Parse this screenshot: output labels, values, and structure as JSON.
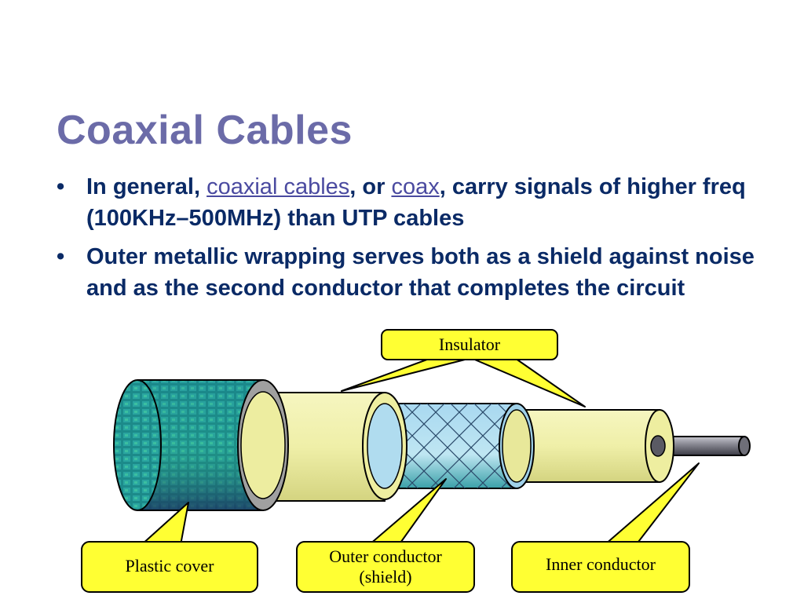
{
  "slide": {
    "title": "Coaxial Cables",
    "bullets": [
      {
        "bullet_char": "•",
        "parts": {
          "t1": "In general, ",
          "link1": "coaxial cables",
          "t2": ", or ",
          "link2": "coax",
          "t3": ", carry signals of higher freq (100KHz–500MHz) than UTP cables"
        }
      },
      {
        "bullet_char": "•",
        "text": "Outer metallic wrapping serves both as a shield against noise and as the second conductor that completes the circuit"
      }
    ]
  },
  "diagram": {
    "labels": {
      "insulator": "Insulator",
      "plastic_cover": "Plastic cover",
      "outer_conductor_line1": "Outer conductor",
      "outer_conductor_line2": "(shield)",
      "inner_conductor": "Inner conductor"
    },
    "colors": {
      "title": "#6b6ba8",
      "body_text": "#0a2a66",
      "callout_fill": "#ffff33",
      "plastic_cover": "#1c8a8a",
      "insulator": "#eeeea0",
      "shield": "#b8e0f0",
      "inner_conductor": "#7a7a82"
    }
  }
}
